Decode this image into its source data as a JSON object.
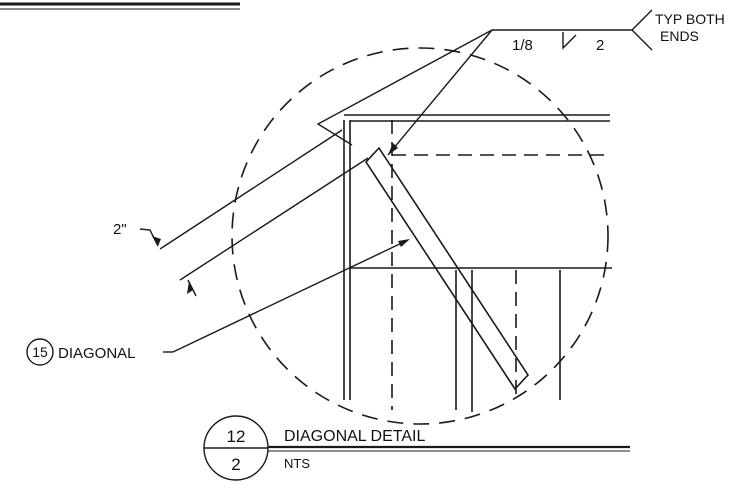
{
  "weld_callout": {
    "size": "1/8",
    "length": "2",
    "note_line1": "TYP BOTH",
    "note_line2": "ENDS"
  },
  "dimension": {
    "value": "2\""
  },
  "part_callout": {
    "number": "15",
    "label": "DIAGONAL"
  },
  "detail_title": {
    "detail_number": "12",
    "sheet_number": "2",
    "title": "DIAGONAL DETAIL",
    "scale": "NTS"
  }
}
